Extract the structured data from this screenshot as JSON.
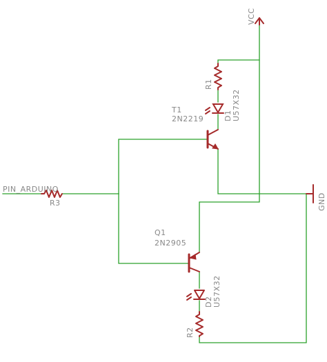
{
  "nets": {
    "vcc": "VCC",
    "gnd": "GND",
    "input": "PIN_ARDUINO"
  },
  "resistors": {
    "r1": "R1",
    "r2": "R2",
    "r3": "R3"
  },
  "transistors": {
    "t1": {
      "name": "T1",
      "value": "2N2219"
    },
    "q1": {
      "name": "Q1",
      "value": "2N2905"
    }
  },
  "leds": {
    "d1": {
      "name": "D1",
      "value": "U57X32"
    },
    "d2": {
      "name": "D2",
      "value": "U57X32"
    }
  },
  "colors": {
    "wire": "#2aa12a",
    "symbol": "#a52a2a",
    "label": "#888888",
    "background": "#ffffff"
  }
}
